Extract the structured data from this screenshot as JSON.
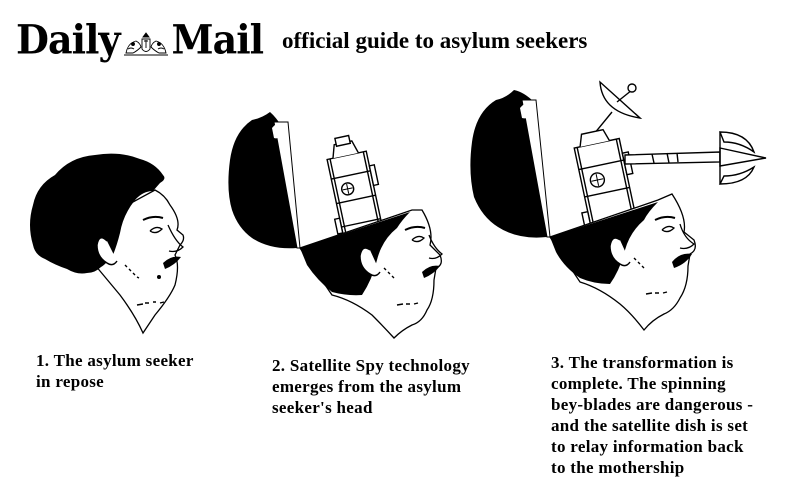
{
  "header": {
    "logo_left": "Daily",
    "logo_right": "Mail",
    "logo_crest_icon": "royal-crest-icon",
    "subtitle": "official guide to asylum seekers"
  },
  "panels": [
    {
      "caption_lines": [
        "1. The asylum seeker",
        "in repose"
      ],
      "illustration": "man-head-profile"
    },
    {
      "caption_lines": [
        "2. Satellite Spy technology",
        "emerges from the asylum",
        "seeker's head"
      ],
      "illustration": "man-head-open-with-satellite-module"
    },
    {
      "caption_lines": [
        "3. The transformation is",
        "complete. The spinning",
        "bey-blades are dangerous -",
        "and the satellite dish is set",
        "to relay information back",
        "to the mothership"
      ],
      "illustration": "man-head-open-with-satellite-dish-and-blade"
    }
  ],
  "colors": {
    "ink": "#000000",
    "paper": "#ffffff"
  }
}
